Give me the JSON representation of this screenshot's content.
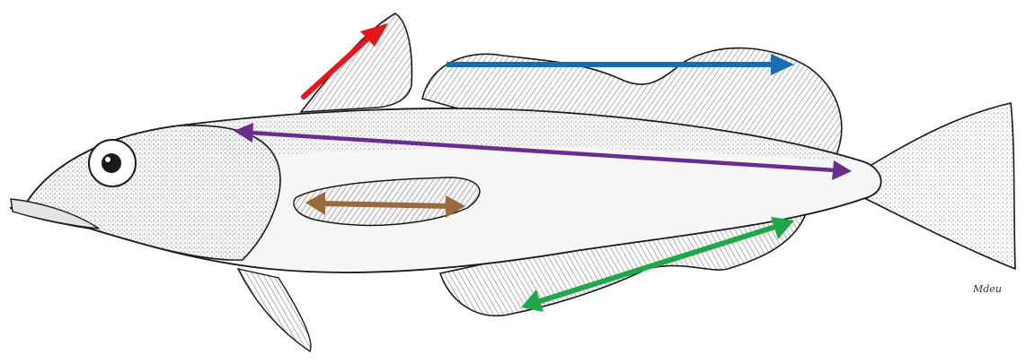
{
  "figure": {
    "subject": "fish",
    "signature_text": "Mdeu",
    "line_color": "#1a1a1a",
    "fin_fill": "#efefef",
    "body_fill": "#f6f6f6"
  },
  "arrows": [
    {
      "id": "first-dorsal-fin-height",
      "color": "#e8161b",
      "style": "single-head"
    },
    {
      "id": "second-dorsal-fin-length",
      "color": "#1a6bb5",
      "style": "single-head"
    },
    {
      "id": "body-length",
      "color": "#6a2c91",
      "style": "double-head"
    },
    {
      "id": "pectoral-fin-length",
      "color": "#9a6a3c",
      "style": "double-head"
    },
    {
      "id": "anal-fin-length",
      "color": "#1ea84a",
      "style": "double-head"
    }
  ]
}
